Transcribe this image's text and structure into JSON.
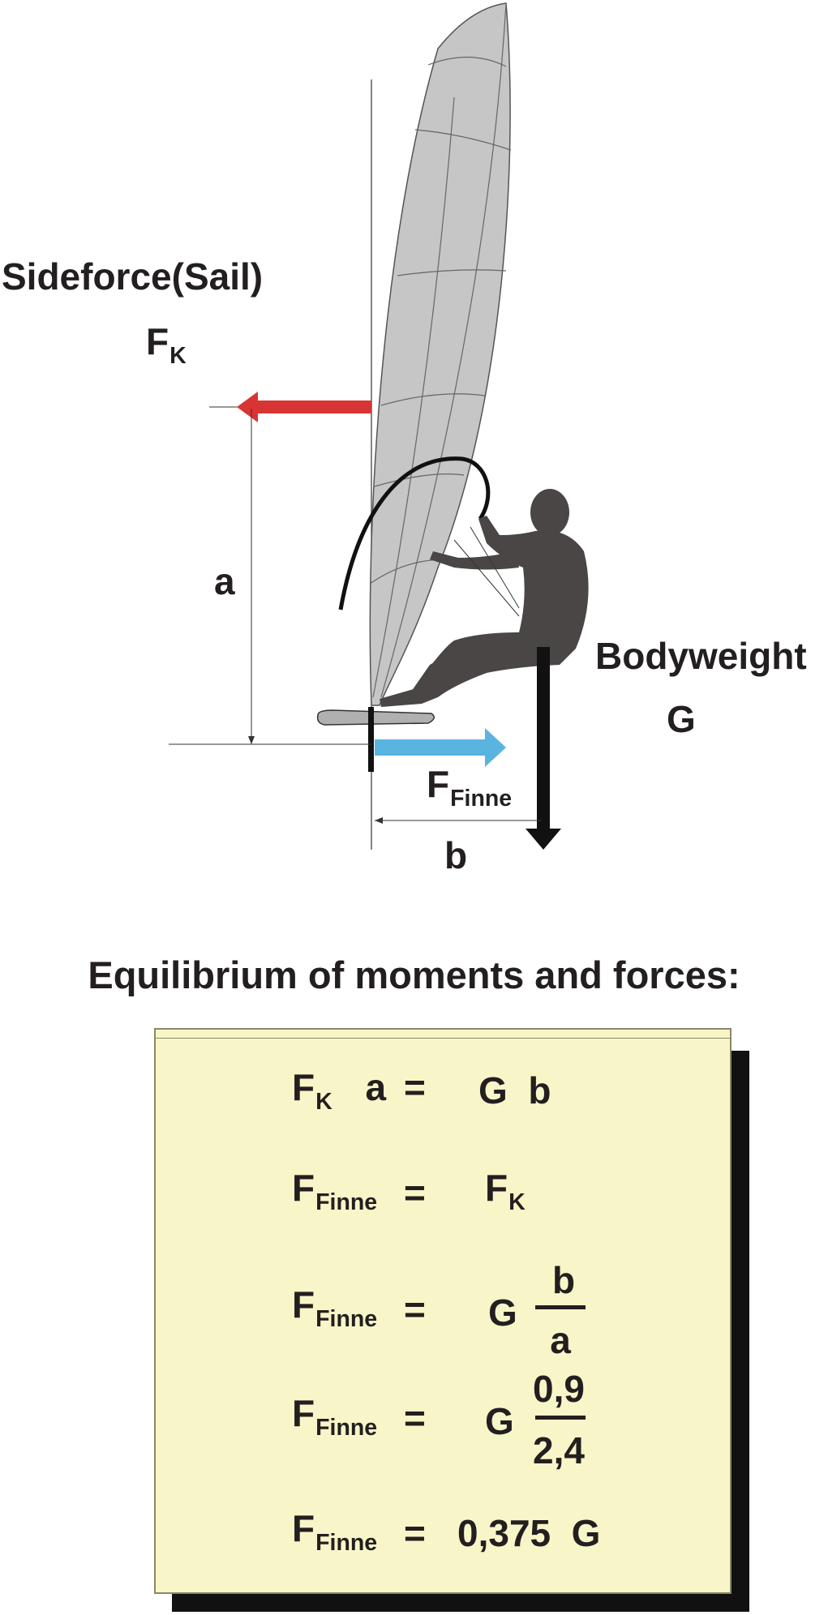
{
  "diagram": {
    "sideforce_label": "Sideforce(Sail)",
    "fk_main": "F",
    "fk_sub": "K",
    "a_label": "a",
    "b_label": "b",
    "bodyweight_label": "Bodyweight",
    "g_label": "G",
    "ffinne_main": "F",
    "ffinne_sub": "Finne",
    "colors": {
      "sideforce_arrow": "#d93434",
      "fin_arrow": "#5ab4e0",
      "weight_arrow": "#111111",
      "sail": "#c6c6c6",
      "figure": "#4a4646"
    }
  },
  "title": "Equilibrium of moments and forces:",
  "equations": [
    {
      "lhs_main": "F",
      "lhs_sub": "K",
      "lhs_extra": "a",
      "eq": "=",
      "rhs": "G  b"
    },
    {
      "lhs_main": "F",
      "lhs_sub": "Finne",
      "eq": "=",
      "rhs_main": "F",
      "rhs_sub": "K"
    },
    {
      "lhs_main": "F",
      "lhs_sub": "Finne",
      "eq": "=",
      "rhs": "G",
      "num": "b",
      "den": "a"
    },
    {
      "lhs_main": "F",
      "lhs_sub": "Finne",
      "eq": "=",
      "rhs": "G",
      "num": "0,9",
      "den": "2,4"
    },
    {
      "lhs_main": "F",
      "lhs_sub": "Finne",
      "eq": "=",
      "rhs": "0,375  G"
    }
  ]
}
